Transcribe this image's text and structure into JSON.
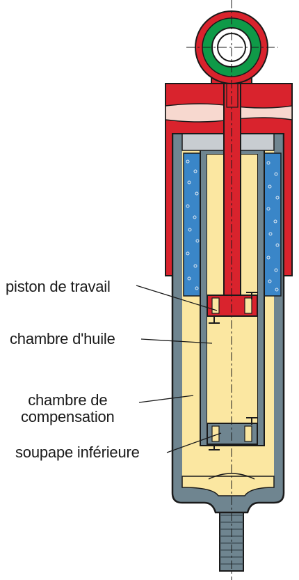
{
  "labels": {
    "piston": "piston de travail",
    "oil_chamber": "chambre d'huile",
    "compensation_line1": "chambre de",
    "compensation_line2": "compensation",
    "valve": "soupape inférieure"
  },
  "colors": {
    "outline": "#1a1a1a",
    "rod_red": "#d9232d",
    "eye_green": "#0f9a48",
    "body_gray": "#6f8590",
    "inner_gray": "#c8cdd1",
    "oil_yellow": "#fbe7a1",
    "gas_blue": "#3a86c8",
    "pink_band": "#f7d8cf"
  },
  "icons": [
    "mounting-eye-icon",
    "stem-icon"
  ]
}
